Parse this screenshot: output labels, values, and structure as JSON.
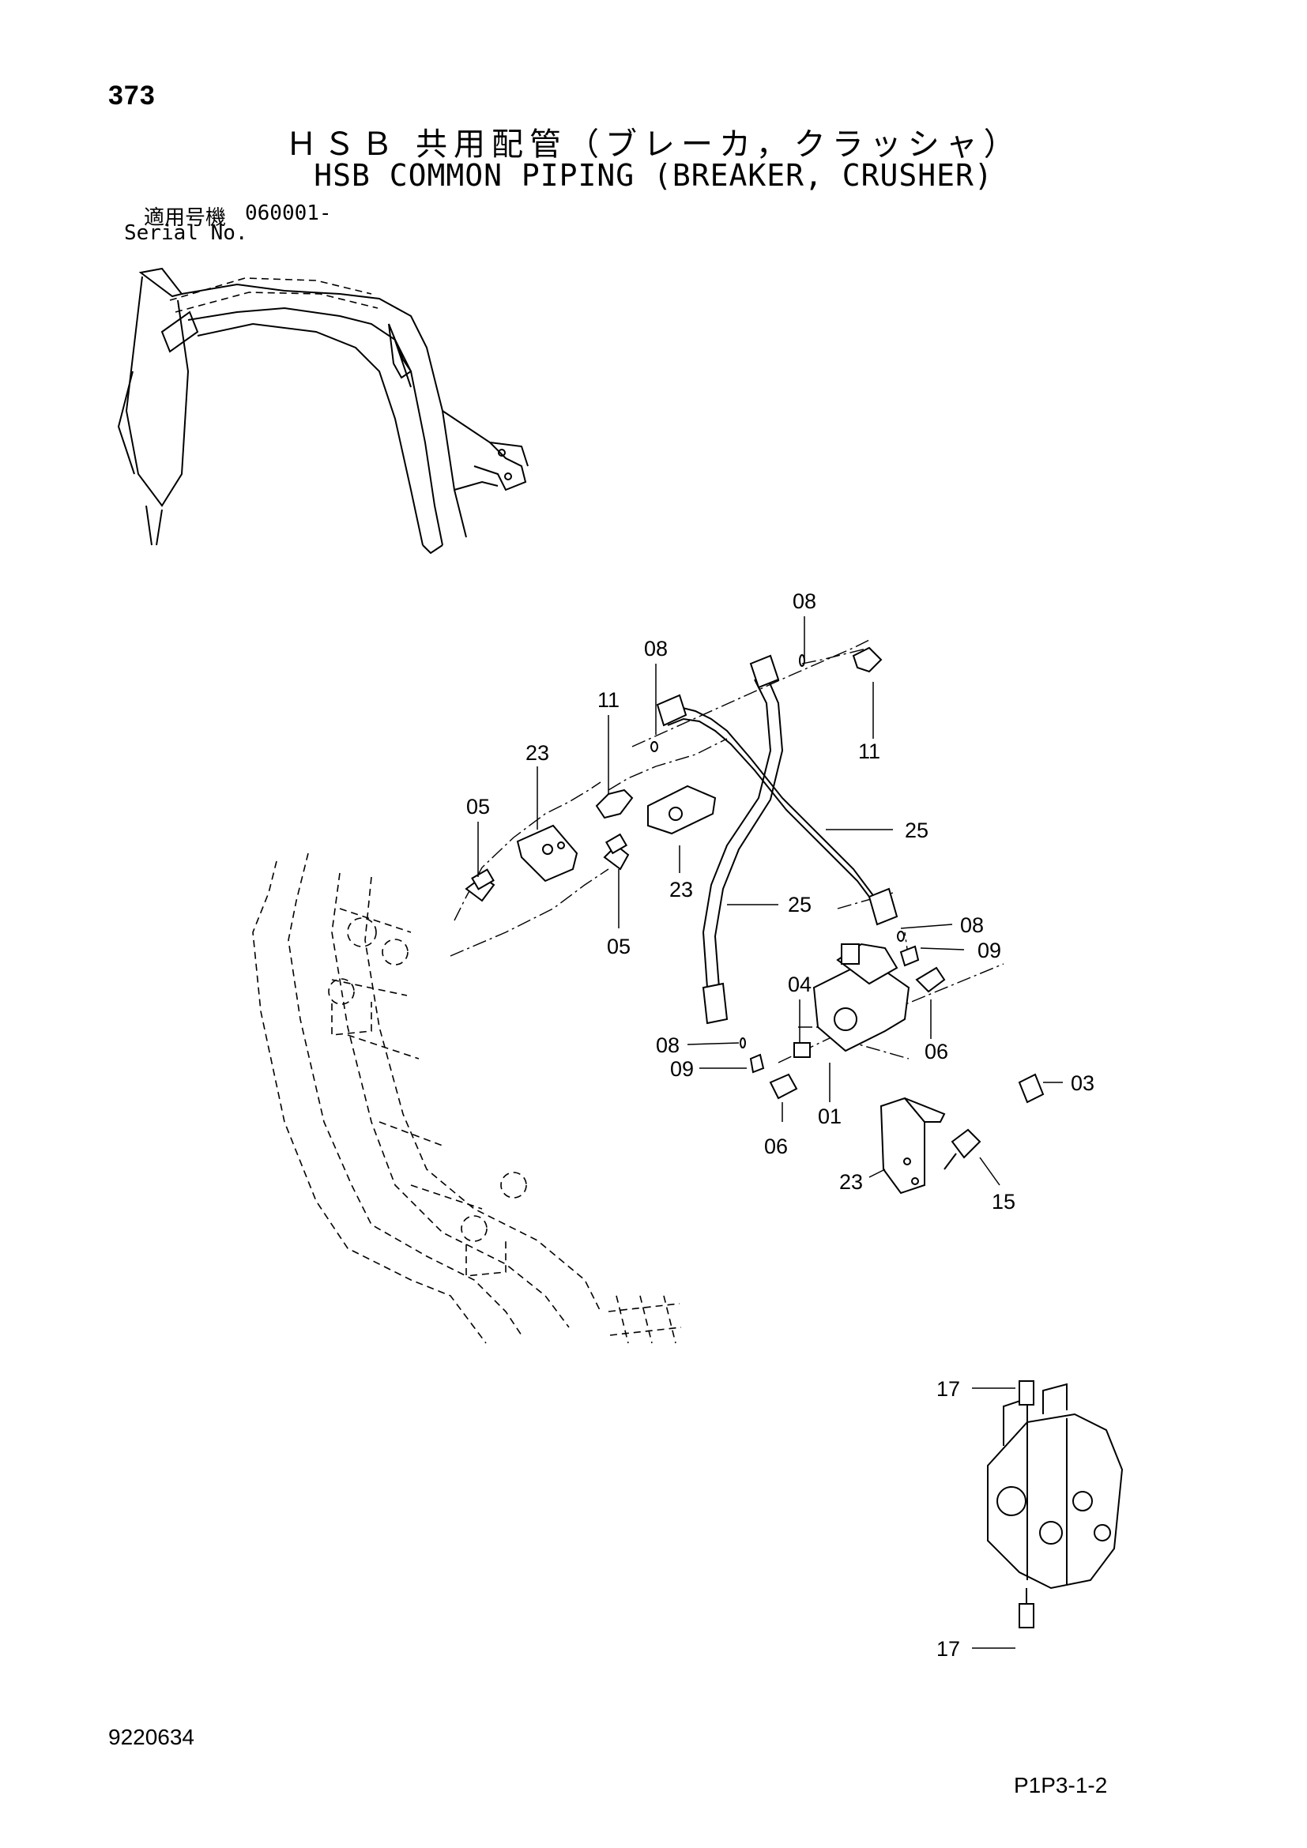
{
  "page_number": "373",
  "title_jp": "ＨＳＢ 共用配管（ブレーカ，クラッシャ）",
  "title_en": "HSB COMMON PIPING (BREAKER, CRUSHER)",
  "serial": {
    "label_jp": "適用号機",
    "value": "060001-",
    "label_en": "Serial No."
  },
  "callouts": {
    "p08_top": "08",
    "p08_left": "08",
    "p11_left": "11",
    "p11_right": "11",
    "p23_top": "23",
    "p23_mid": "23",
    "p23_bottom": "23",
    "p05_top": "05",
    "p05_bottom": "05",
    "p25_upper": "25",
    "p25_lower": "25",
    "p08_right": "08",
    "p09_right": "09",
    "p04": "04",
    "p06_right": "06",
    "p08_lower": "08",
    "p09_lower": "09",
    "p01": "01",
    "p06_lower": "06",
    "p03": "03",
    "p15": "15",
    "p17_top": "17",
    "p17_bottom": "17"
  },
  "doc_number": "9220634",
  "page_code": "P1P3-1-2"
}
